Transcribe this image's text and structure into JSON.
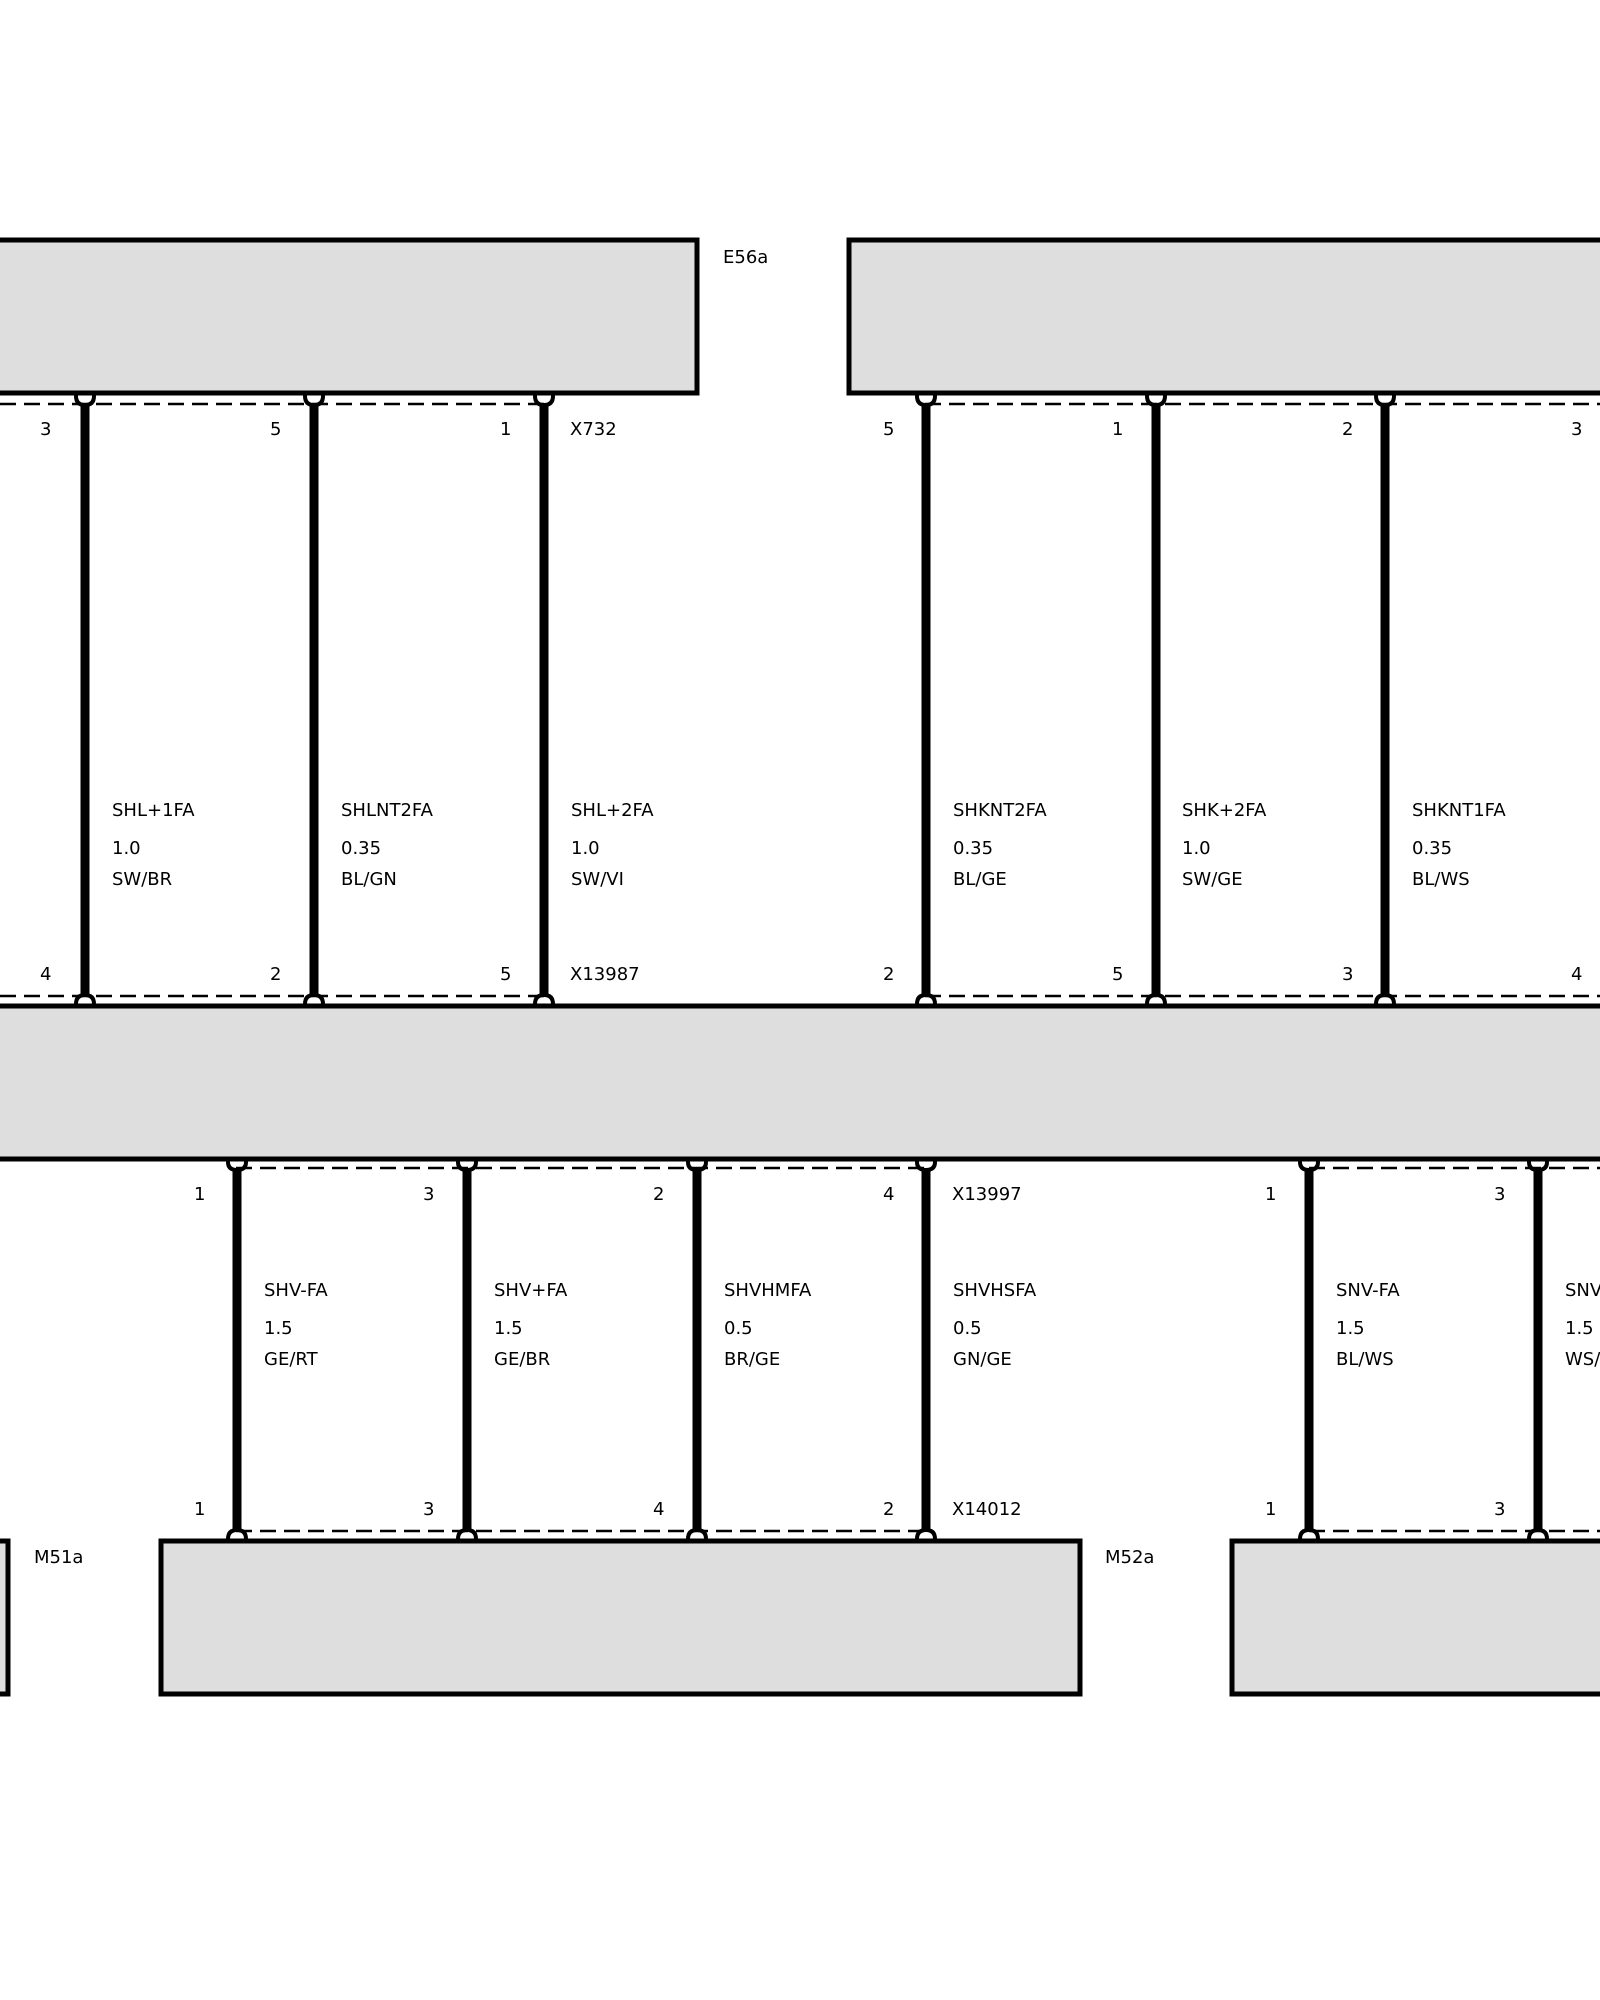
{
  "components": {
    "e56a": "E56a",
    "m51a": "M51a",
    "m52a": "M52a"
  },
  "connectors": {
    "x732": "X732",
    "x13987": "X13987",
    "x13997": "X13997",
    "x14012": "X14012"
  },
  "upper_wires": [
    {
      "id": "shl1",
      "name": "SHL+1FA",
      "size": "1.0",
      "color": "SW/BR",
      "pin_top": "3",
      "pin_bottom": "4"
    },
    {
      "id": "shlnt2",
      "name": "SHLNT2FA",
      "size": "0.35",
      "color": "BL/GN",
      "pin_top": "5",
      "pin_bottom": "2"
    },
    {
      "id": "shl2",
      "name": "SHL+2FA",
      "size": "1.0",
      "color": "SW/VI",
      "pin_top": "1",
      "pin_bottom": "5"
    },
    {
      "id": "shknt2",
      "name": "SHKNT2FA",
      "size": "0.35",
      "color": "BL/GE",
      "pin_top": "5",
      "pin_bottom": "2"
    },
    {
      "id": "shk2",
      "name": "SHK+2FA",
      "size": "1.0",
      "color": "SW/GE",
      "pin_top": "1",
      "pin_bottom": "5"
    },
    {
      "id": "shknt1",
      "name": "SHKNT1FA",
      "size": "0.35",
      "color": "BL/WS",
      "pin_top": "2",
      "pin_bottom": "3"
    },
    {
      "id": "edge_top",
      "name": "",
      "size": "",
      "color": "",
      "pin_top": "3",
      "pin_bottom": "4"
    }
  ],
  "lower_wires": [
    {
      "id": "shvm",
      "name": "SHV-FA",
      "size": "1.5",
      "color": "GE/RT",
      "pin_top": "1",
      "pin_bottom": "1"
    },
    {
      "id": "shvp",
      "name": "SHV+FA",
      "size": "1.5",
      "color": "GE/BR",
      "pin_top": "3",
      "pin_bottom": "3"
    },
    {
      "id": "shvhm",
      "name": "SHVHMFA",
      "size": "0.5",
      "color": "BR/GE",
      "pin_top": "2",
      "pin_bottom": "4"
    },
    {
      "id": "shvhs",
      "name": "SHVHSFA",
      "size": "0.5",
      "color": "GN/GE",
      "pin_top": "4",
      "pin_bottom": "2"
    },
    {
      "id": "snvm",
      "name": "SNV-FA",
      "size": "1.5",
      "color": "BL/WS",
      "pin_top": "1",
      "pin_bottom": "1"
    },
    {
      "id": "snvp",
      "name": "SNV-",
      "size": "1.5",
      "color": "WS/",
      "pin_top": "3",
      "pin_bottom": "3"
    }
  ]
}
